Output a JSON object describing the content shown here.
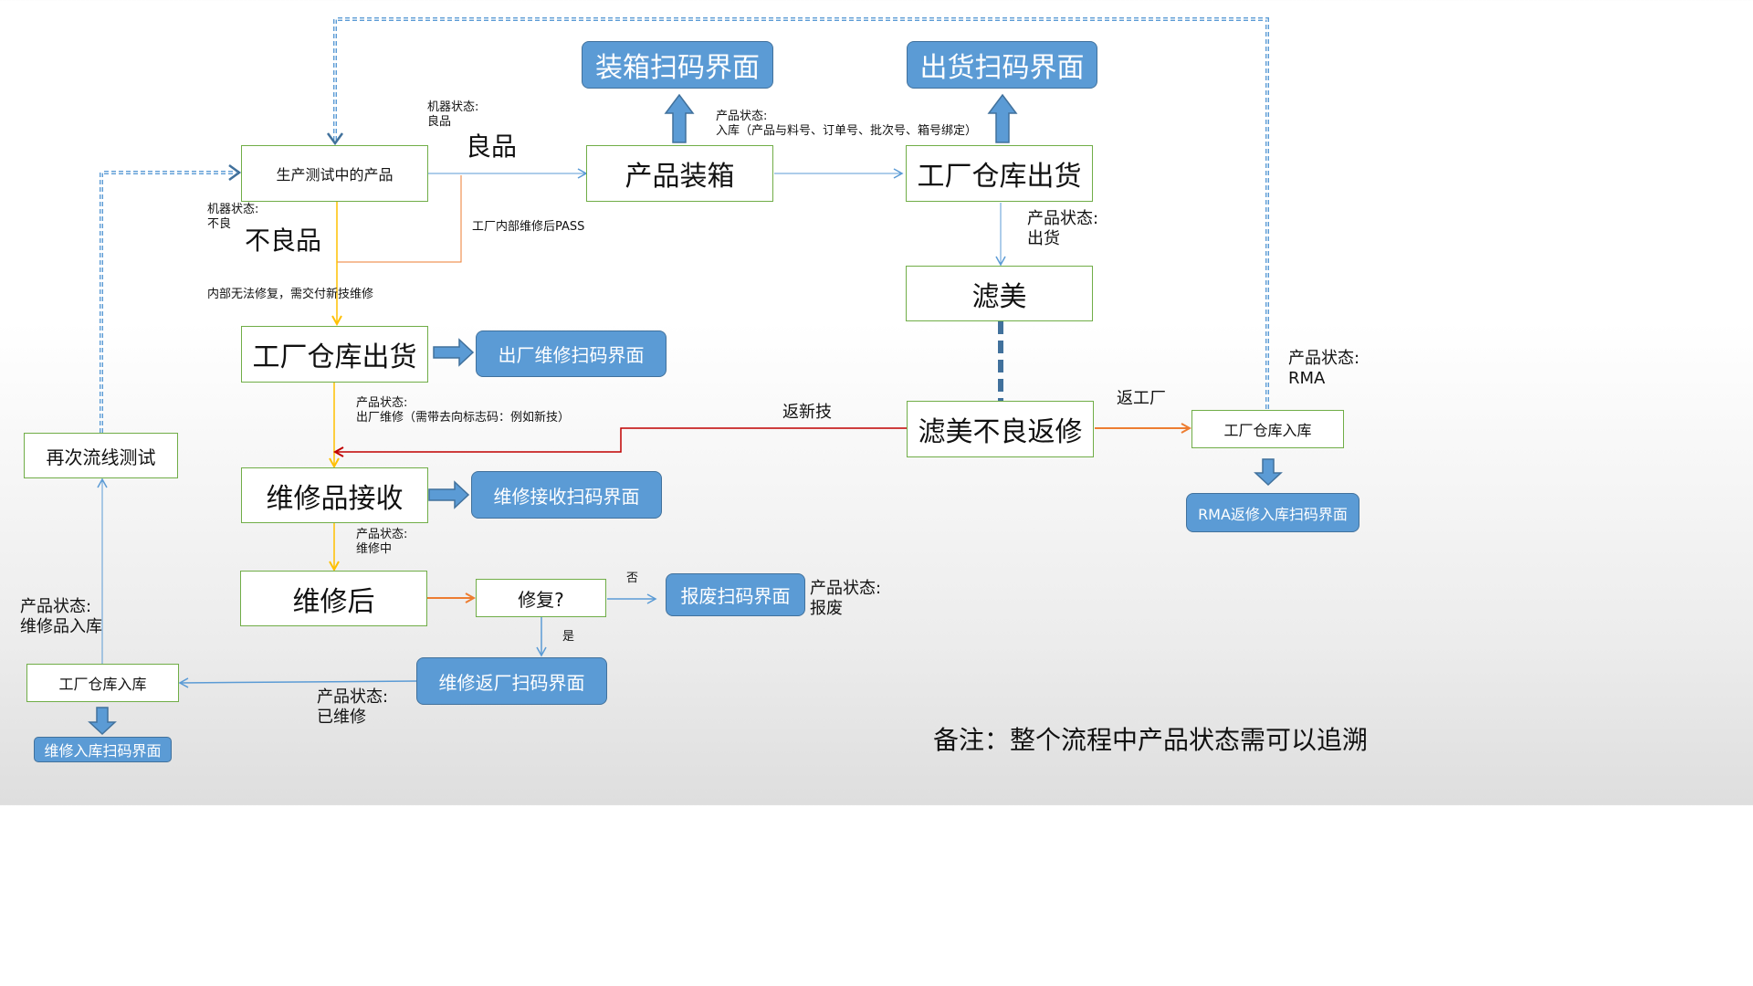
{
  "nodes": {
    "in_test": "生产测试中的产品",
    "packing": "产品装箱",
    "factory_ship_top": "工厂仓库出货",
    "huimei": "滤美",
    "huimei_return": "滤美不良返修",
    "factory_ship_left": "工厂仓库出货",
    "repair_receive": "维修品接收",
    "after_repair": "维修后",
    "repaired_q": "修复?",
    "retest": "再次流线测试",
    "factory_in_left": "工厂仓库入库",
    "factory_in_right": "工厂仓库入库"
  },
  "screens": {
    "packing_scan": "装箱扫码界面",
    "ship_scan": "出货扫码界面",
    "out_repair_scan": "出厂维修扫码界面",
    "repair_receive_scan": "维修接收扫码界面",
    "scrap_scan": "报废扫码界面",
    "repair_return_scan": "维修返厂扫码界面",
    "repair_in_scan": "维修入库扫码界面",
    "rma_scan": "RMA返修入库扫码界面"
  },
  "labels": {
    "machine_good_1": "机器状态:",
    "machine_good_2": "良品",
    "good_big": "良品",
    "machine_bad_1": "机器状态:",
    "machine_bad_2": "不良",
    "bad_big": "不良品",
    "internal_pass": "工厂内部维修后PASS",
    "cannot_fix": "内部无法修复，需交付新技维修",
    "status_stock_1": "产品状态:",
    "status_stock_2": "入库（产品与料号、订单号、批次号、箱号绑定）",
    "status_shipped_1": "产品状态:",
    "status_shipped_2": "出货",
    "status_out_repair_1": "产品状态:",
    "status_out_repair_2": "出厂维修（需带去向标志码：例如新技）",
    "status_repairing_1": "产品状态:",
    "status_repairing_2": "维修中",
    "return_xinji": "返新技",
    "return_factory": "返工厂",
    "status_rma_1": "产品状态:",
    "status_rma_2": "RMA",
    "no": "否",
    "yes": "是",
    "status_scrap_1": "产品状态:",
    "status_scrap_2": "报废",
    "status_repaired_1": "产品状态:",
    "status_repaired_2": "已维修",
    "status_repair_in_1": "产品状态:",
    "status_repair_in_2": "维修品入库",
    "note": "备注：整个流程中产品状态需可以追溯"
  },
  "colors": {
    "box_border": "#70ad47",
    "screen_fill": "#5b9bd5",
    "line_blue": "#5b9bd5",
    "line_orange": "#ed7d31",
    "line_yellow": "#ffc000",
    "line_red": "#c00000",
    "dashed_dark": "#41719c"
  }
}
